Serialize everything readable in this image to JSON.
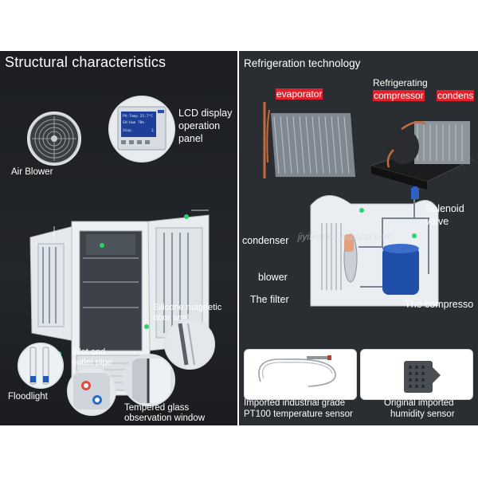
{
  "left_panel": {
    "title": "Structural characteristics",
    "labels": {
      "lcd": [
        "LCD display",
        "operation",
        "panel"
      ],
      "air_blower": "Air Blower",
      "silicone": [
        "Silicone magnetic",
        "door seal"
      ],
      "inlet": [
        "Inlet and",
        "outlet pipe"
      ],
      "floodlight": "Floodlight",
      "glass": [
        "Tempered glass",
        "observation window"
      ]
    },
    "lcd_screen": [
      "PV:Temp 25.7°C",
      "SV:Hum   70%",
      "Stop",
      "3"
    ]
  },
  "right_panel": {
    "title": "Refrigeration technology",
    "labels": {
      "evaporator": "evaporator",
      "refrigerating": "Refrigerating",
      "compressor_top": "compressor",
      "condens": "condens",
      "solenoid": [
        "Solenoid",
        "valve"
      ],
      "condenser": "condenser",
      "blower": "blower",
      "filter": "The filter",
      "compressor_bottom": "The compresso"
    },
    "watermark": "jiyifest.en.alibaba.com"
  },
  "sensors": {
    "temp": [
      "Imported industrial grade",
      "PT100 temperature sensor"
    ],
    "humidity": [
      "Original imported",
      "humidity sensor"
    ]
  },
  "colors": {
    "dark_bg": "#1f2226",
    "accent_green": "#2bd46b",
    "red_tag": "#e0202a",
    "compressor_blue": "#1f4fa8"
  }
}
